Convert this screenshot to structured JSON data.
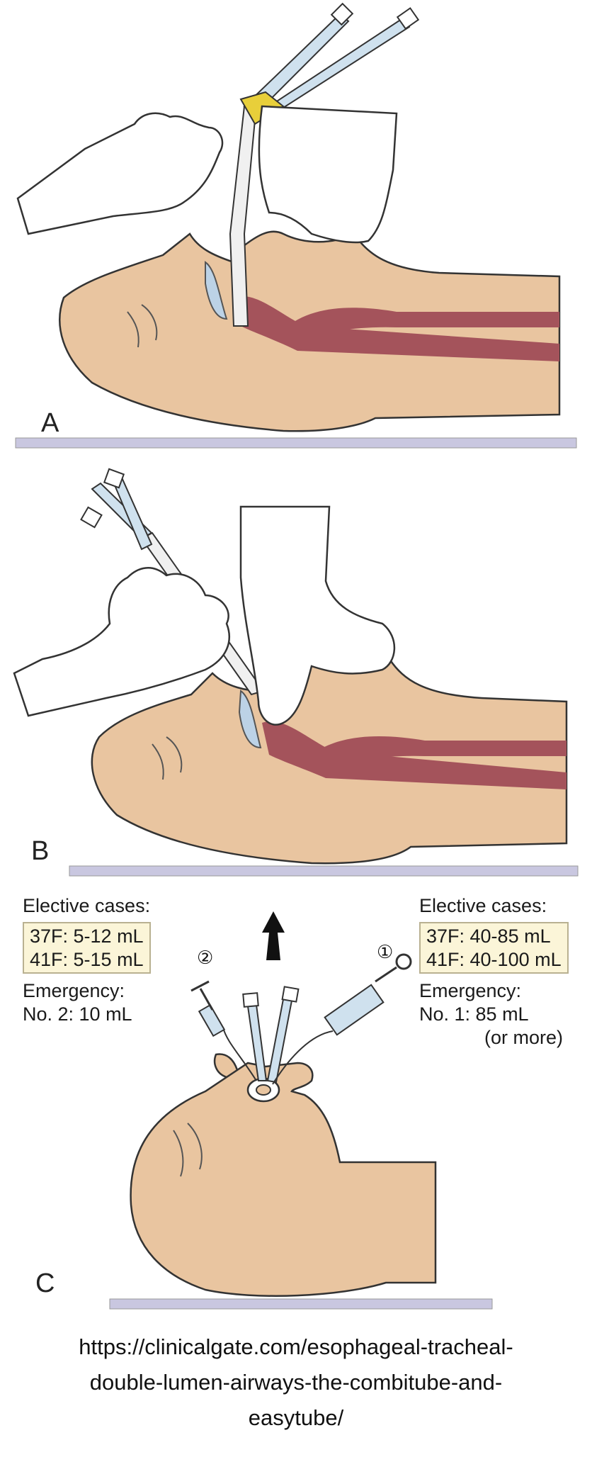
{
  "panels": [
    {
      "label": "A"
    },
    {
      "label": "B"
    },
    {
      "label": "C"
    }
  ],
  "left_info": {
    "heading": "Elective cases:",
    "volumes": [
      "37F: 5-12 mL",
      "41F: 5-15 mL"
    ],
    "emergency_heading": "Emergency:",
    "emergency_value": "No. 2: 10 mL"
  },
  "right_info": {
    "heading": "Elective cases:",
    "volumes": [
      "37F: 40-85 mL",
      "41F: 40-100 mL"
    ],
    "emergency_heading": "Emergency:",
    "emergency_value": "No. 1: 85 mL",
    "emergency_note": "(or more)"
  },
  "markers": {
    "cuff_1": "①",
    "cuff_2": "②"
  },
  "caption_lines": [
    "https://clinicalgate.com/esophageal-tracheal-",
    "double-lumen-airways-the-combitube-and-",
    "easytube/"
  ],
  "colors": {
    "skin": "#e9c5a0",
    "airway": "#a4535b",
    "table": "#c9c7e0",
    "tube": "#cfe1ee",
    "tape": "#e8cf3a",
    "box_fill": "#fbf5d8",
    "outline": "#333333"
  }
}
